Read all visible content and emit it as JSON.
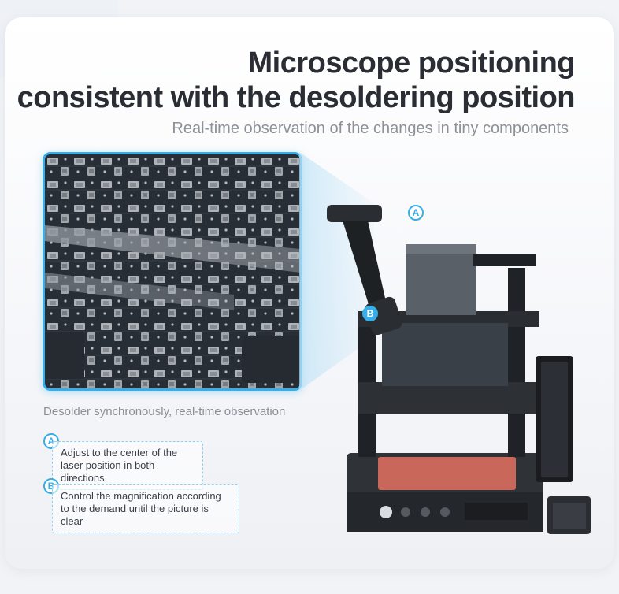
{
  "header": {
    "title_line1": "Microscope positioning",
    "title_line2": "consistent with the desoldering position",
    "subtitle": "Real-time observation of the changes in tiny components"
  },
  "caption": "Desolder synchronously, real-time observation",
  "notes": [
    {
      "badge": "A",
      "text": "Adjust to the center of the laser position in both directions"
    },
    {
      "badge": "B",
      "text": "Control the magnification according to the demand until the picture is clear"
    }
  ],
  "machine_badges": {
    "a": "A",
    "b": "B"
  },
  "colors": {
    "accent": "#37aee8",
    "title": "#2a2d33",
    "subtitle": "#8c9097",
    "heat_plate": "#c8675a"
  }
}
